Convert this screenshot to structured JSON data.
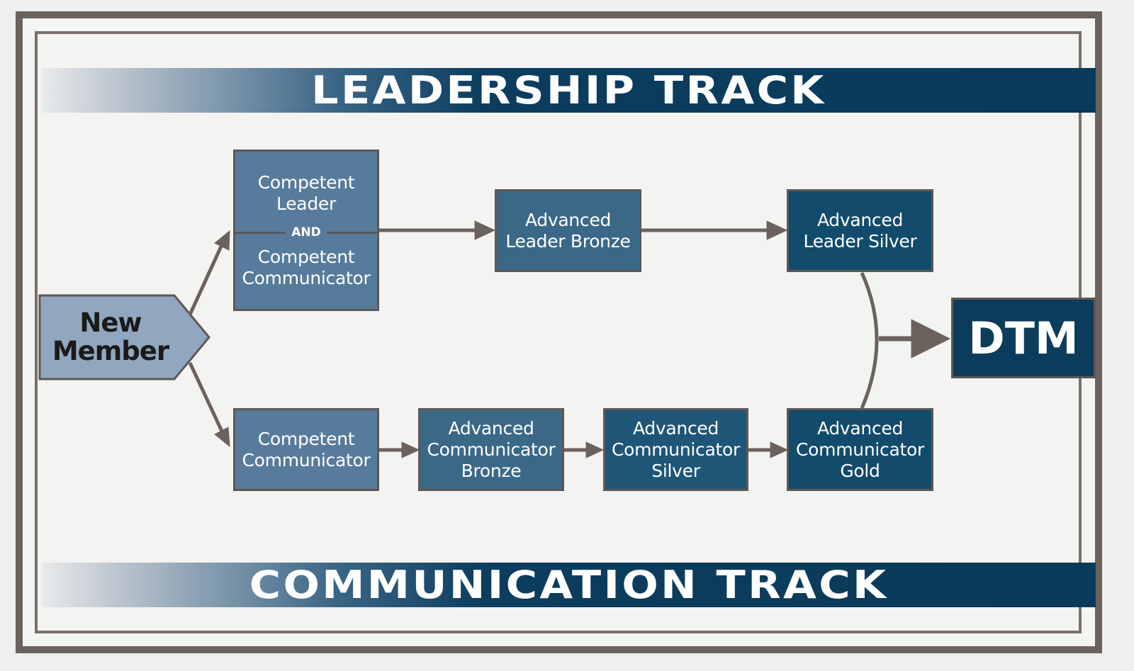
{
  "banners": {
    "top": "LEADERSHIP TRACK",
    "bottom": "COMMUNICATION TRACK"
  },
  "start": "New\nMember",
  "leadership": {
    "combined_top": "Competent\nLeader",
    "combined_and": "AND",
    "combined_bottom": "Competent\nCommunicator",
    "bronze": "Advanced\nLeader Bronze",
    "silver": "Advanced\nLeader Silver"
  },
  "communication": {
    "cc": "Competent\nCommunicator",
    "bronze": "Advanced\nCommunicator\nBronze",
    "silver": "Advanced\nCommunicator\nSilver",
    "gold": "Advanced\nCommunicator\nGold"
  },
  "goal": "DTM",
  "colors": {
    "frame": "#6c625d",
    "arrow": "#6c625d",
    "start_fill": "#91a7bf",
    "box_light": "#577b9b",
    "box_mid": "#3c6888",
    "box_dark": "#1f5677",
    "box_darkest": "#124b6c",
    "goal_fill": "#0b3c5c"
  }
}
